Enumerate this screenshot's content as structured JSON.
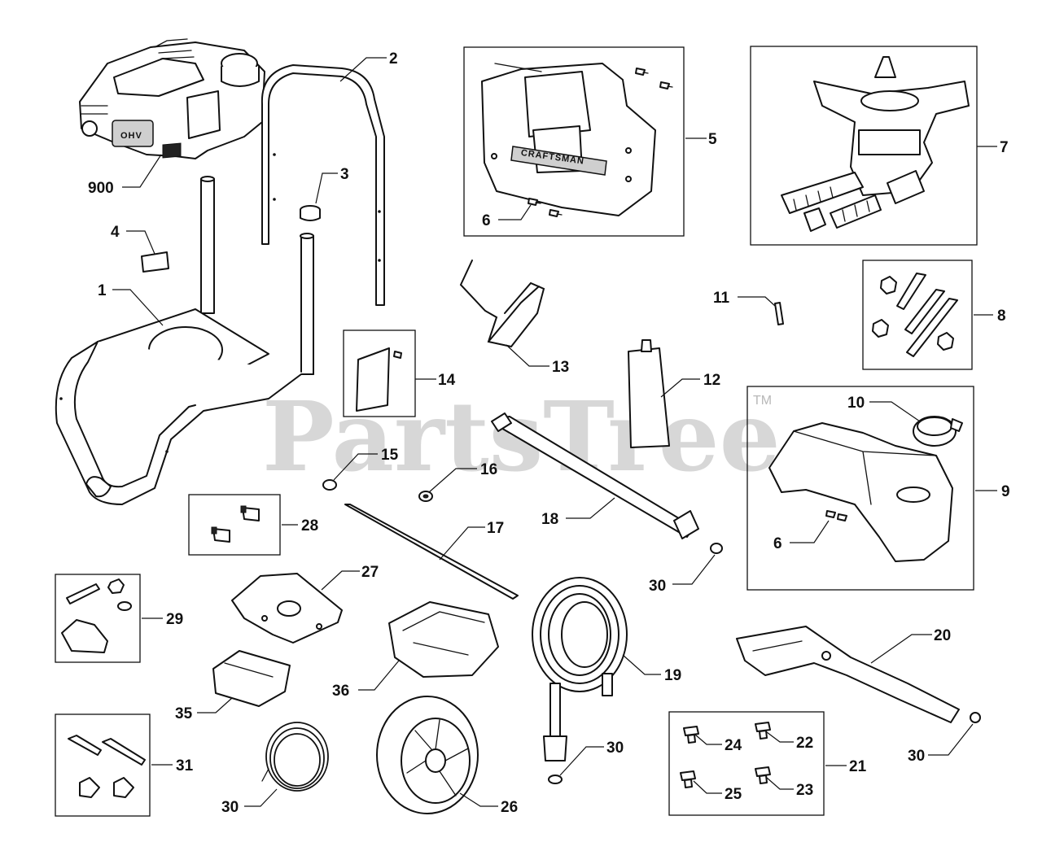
{
  "watermark": {
    "text": "PartsTree",
    "tm": "TM"
  },
  "brand": {
    "label": "CRAFTSMAN",
    "engine_label": "OHV"
  },
  "callouts": {
    "c900": "900",
    "c2": "2",
    "c3": "3",
    "c4": "4",
    "c1": "1",
    "c5": "5",
    "c6a": "6",
    "c7": "7",
    "c8": "8",
    "c11": "11",
    "c13": "13",
    "c14": "14",
    "c12": "12",
    "c10": "10",
    "c9": "9",
    "c6b": "6",
    "c15": "15",
    "c16": "16",
    "c18": "18",
    "c30a": "30",
    "c28": "28",
    "c17": "17",
    "c27": "27",
    "c29": "29",
    "c36": "36",
    "c19": "19",
    "c20": "20",
    "c35": "35",
    "c30b": "30",
    "c30c": "30",
    "c31": "31",
    "c24": "24",
    "c22": "22",
    "c21": "21",
    "c25": "25",
    "c23": "23",
    "c26": "26",
    "c30d": "30"
  }
}
